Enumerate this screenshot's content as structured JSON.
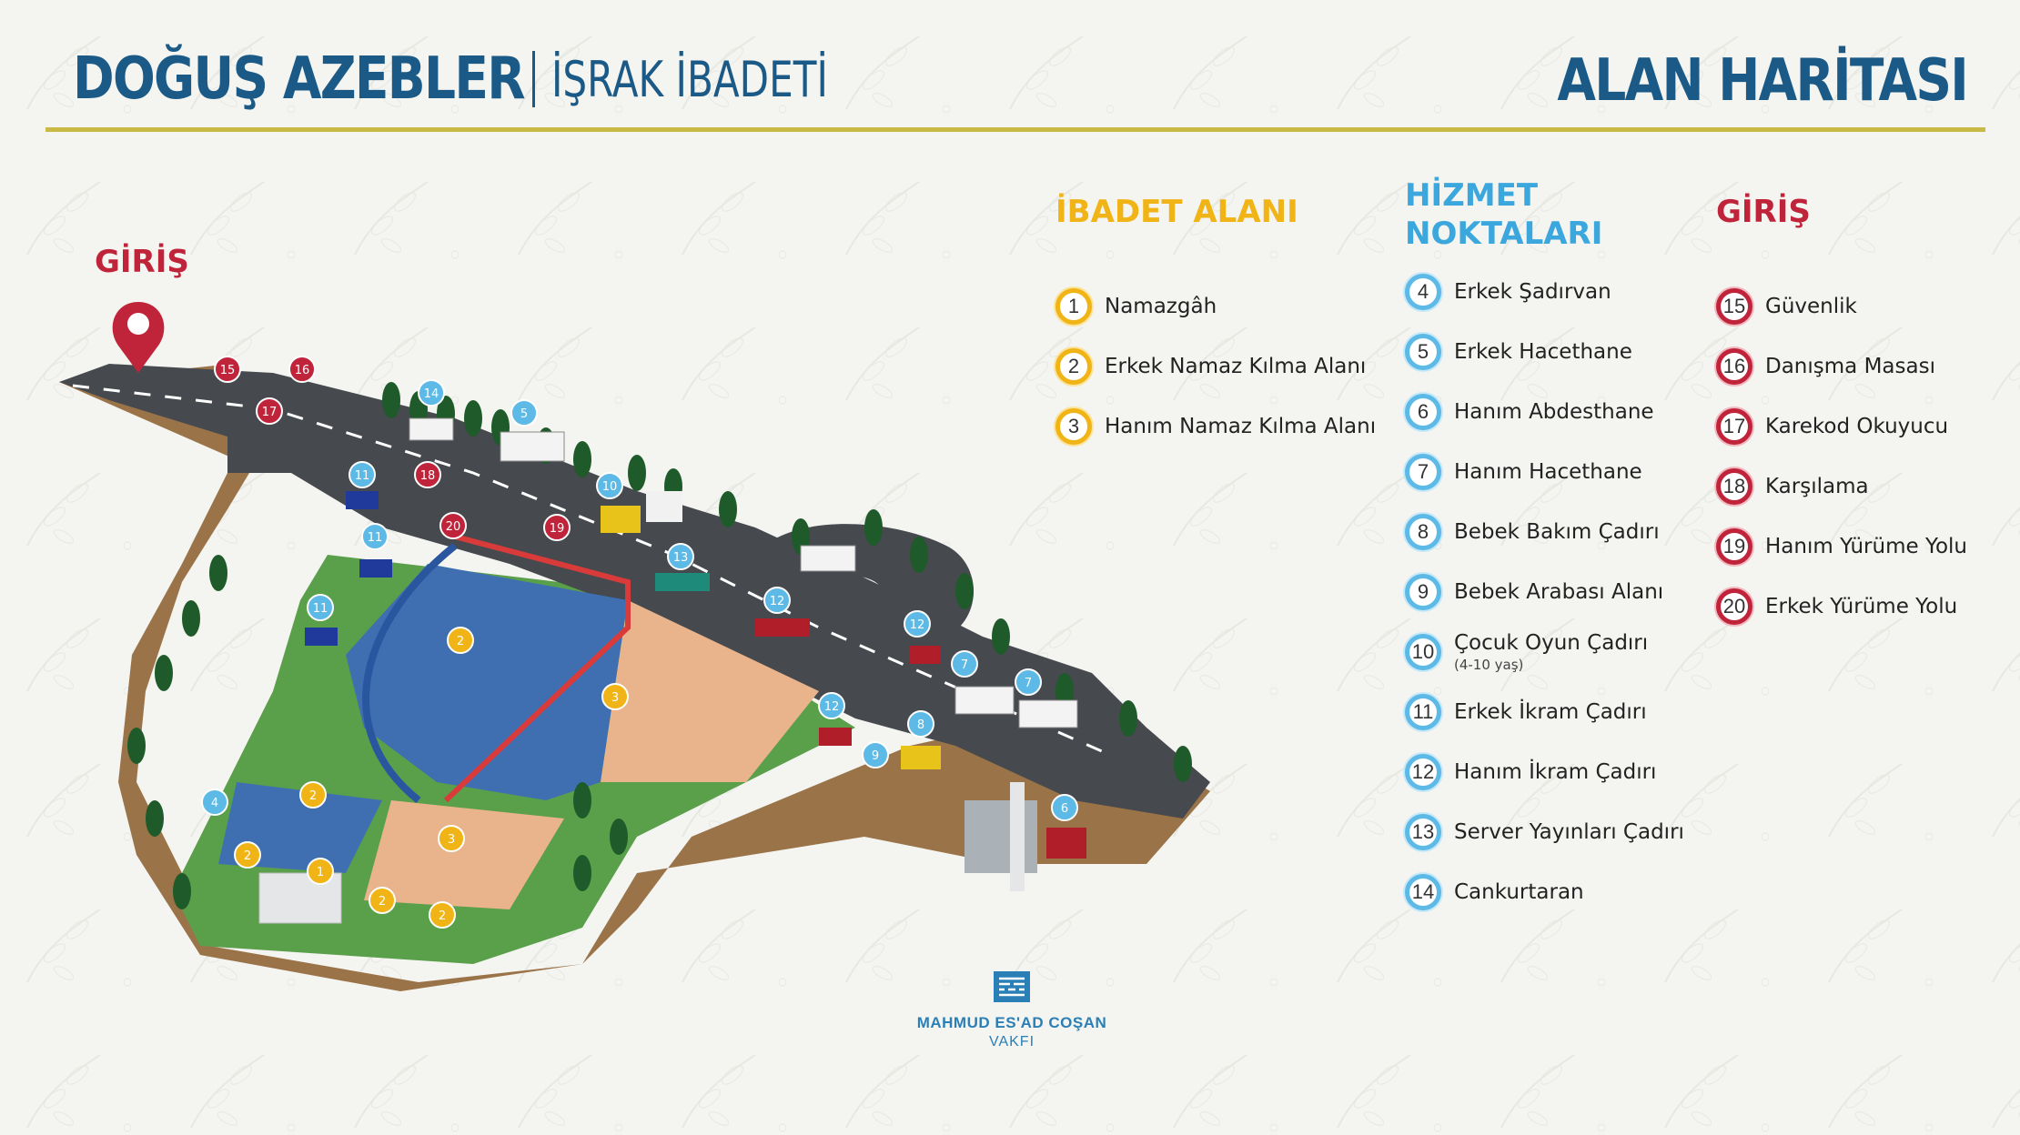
{
  "header": {
    "brand": "DOĞUŞ AZEBLER",
    "subtitle": "İŞRAK İBADETİ",
    "right_title": "ALAN HARİTASI"
  },
  "colors": {
    "primary_blue": "#1b5a86",
    "rule_gold": "#c9ba45",
    "ibadet_gold": "#f0b417",
    "hizmet_blue": "#5db9e6",
    "giris_red": "#c0243a"
  },
  "map": {
    "entrance_label": "GİRİŞ"
  },
  "legend": {
    "ibadet": {
      "title": "İBADET ALANI",
      "items": [
        {
          "num": "1",
          "label": "Namazgâh"
        },
        {
          "num": "2",
          "label": "Erkek Namaz Kılma Alanı"
        },
        {
          "num": "3",
          "label": "Hanım Namaz Kılma Alanı"
        }
      ]
    },
    "hizmet": {
      "title_line1": "HİZMET",
      "title_line2": "NOKTALARI",
      "items": [
        {
          "num": "4",
          "label": "Erkek Şadırvan"
        },
        {
          "num": "5",
          "label": "Erkek Hacethane"
        },
        {
          "num": "6",
          "label": "Hanım Abdesthane"
        },
        {
          "num": "7",
          "label": "Hanım Hacethane"
        },
        {
          "num": "8",
          "label": "Bebek Bakım Çadırı"
        },
        {
          "num": "9",
          "label": "Bebek Arabası Alanı"
        },
        {
          "num": "10",
          "label": "Çocuk Oyun Çadırı",
          "sub": "(4-10 yaş)"
        },
        {
          "num": "11",
          "label": "Erkek İkram Çadırı"
        },
        {
          "num": "12",
          "label": "Hanım İkram Çadırı"
        },
        {
          "num": "13",
          "label": "Server Yayınları Çadırı"
        },
        {
          "num": "14",
          "label": "Cankurtaran"
        }
      ]
    },
    "giris": {
      "title": "GİRİŞ",
      "items": [
        {
          "num": "15",
          "label": "Güvenlik"
        },
        {
          "num": "16",
          "label": "Danışma Masası"
        },
        {
          "num": "17",
          "label": "Karekod Okuyucu"
        },
        {
          "num": "18",
          "label": "Karşılama"
        },
        {
          "num": "19",
          "label": "Hanım Yürüme Yolu"
        },
        {
          "num": "20",
          "label": "Erkek Yürüme Yolu"
        }
      ]
    }
  },
  "foundation": {
    "line1": "MAHMUD ES'AD COŞAN",
    "line2": "VAKFI"
  }
}
